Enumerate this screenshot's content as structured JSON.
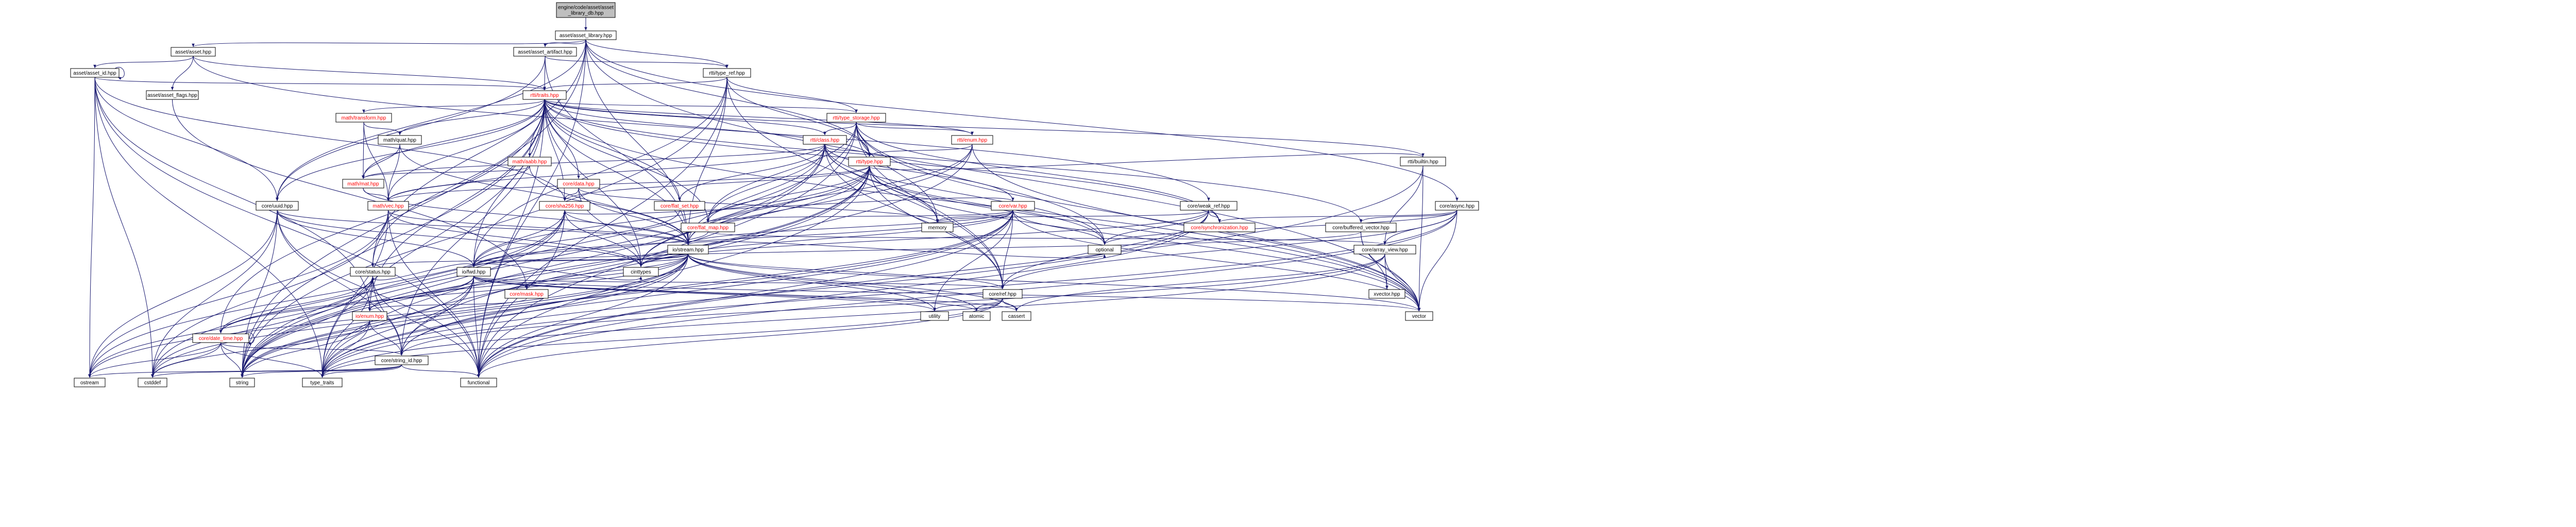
{
  "colors": {
    "focus_fill": "#bfbfbf",
    "node_fill": "#ffffff",
    "node_stroke": "#000000",
    "edge": "#191970",
    "text_default": "#000000",
    "text_truncated": "#ff0000"
  },
  "nodes": [
    {
      "id": "root",
      "label": [
        "engine/code/asset/asset",
        "_library_db.hpp"
      ],
      "focus": true
    },
    {
      "id": "asset_library",
      "label": [
        "asset/asset_library.hpp"
      ]
    },
    {
      "id": "asset",
      "label": [
        "asset/asset.hpp"
      ]
    },
    {
      "id": "asset_artifact",
      "label": [
        "asset/asset_artifact.hpp"
      ]
    },
    {
      "id": "asset_id",
      "label": [
        "asset/asset_id.hpp"
      ]
    },
    {
      "id": "asset_flags",
      "label": [
        "asset/asset_flags.hpp"
      ]
    },
    {
      "id": "rtti_type_ref",
      "label": [
        "rtti/type_ref.hpp"
      ]
    },
    {
      "id": "rtti_traits",
      "label": [
        "rtti/traits.hpp"
      ],
      "truncated": true
    },
    {
      "id": "rtti_type_storage",
      "label": [
        "rtti/type_storage.hpp"
      ],
      "truncated": true
    },
    {
      "id": "rtti_class",
      "label": [
        "rtti/class.hpp"
      ],
      "truncated": true
    },
    {
      "id": "rtti_enum",
      "label": [
        "rtti/enum.hpp"
      ],
      "truncated": true
    },
    {
      "id": "rtti_type",
      "label": [
        "rtti/type.hpp"
      ],
      "truncated": true
    },
    {
      "id": "rtti_builtin",
      "label": [
        "rtti/builtin.hpp"
      ]
    },
    {
      "id": "math_transform",
      "label": [
        "math/transform.hpp"
      ],
      "truncated": true
    },
    {
      "id": "math_quat",
      "label": [
        "math/quat.hpp"
      ]
    },
    {
      "id": "math_aabb",
      "label": [
        "math/aabb.hpp"
      ],
      "truncated": true
    },
    {
      "id": "math_mat",
      "label": [
        "math/mat.hpp"
      ],
      "truncated": true
    },
    {
      "id": "math_vec",
      "label": [
        "math/vec.hpp"
      ],
      "truncated": true
    },
    {
      "id": "core_data",
      "label": [
        "core/data.hpp"
      ],
      "truncated": true
    },
    {
      "id": "core_sha256",
      "label": [
        "core/sha256.hpp"
      ],
      "truncated": true
    },
    {
      "id": "core_uuid",
      "label": [
        "core/uuid.hpp"
      ]
    },
    {
      "id": "core_flat_set",
      "label": [
        "core/flat_set.hpp"
      ],
      "truncated": true
    },
    {
      "id": "core_flat_map",
      "label": [
        "core/flat_map.hpp"
      ],
      "truncated": true
    },
    {
      "id": "core_var",
      "label": [
        "core/var.hpp"
      ],
      "truncated": true
    },
    {
      "id": "core_weak_ref",
      "label": [
        "core/weak_ref.hpp"
      ]
    },
    {
      "id": "core_synchronization",
      "label": [
        "core/synchronization.hpp"
      ],
      "truncated": true
    },
    {
      "id": "core_async",
      "label": [
        "core/async.hpp"
      ]
    },
    {
      "id": "core_buffered_vector",
      "label": [
        "core/buffered_vector.hpp"
      ]
    },
    {
      "id": "io_stream",
      "label": [
        "io/stream.hpp"
      ]
    },
    {
      "id": "io_fwd",
      "label": [
        "io/fwd.hpp"
      ]
    },
    {
      "id": "core_array_view",
      "label": [
        "core/array_view.hpp"
      ]
    },
    {
      "id": "core_mask",
      "label": [
        "core/mask.hpp"
      ],
      "truncated": true
    },
    {
      "id": "core_status",
      "label": [
        "core/status.hpp"
      ]
    },
    {
      "id": "io_enum",
      "label": [
        "io/enum.hpp"
      ],
      "truncated": true
    },
    {
      "id": "core_ref",
      "label": [
        "core/ref.hpp"
      ]
    },
    {
      "id": "core_date_time",
      "label": [
        "core/date_time.hpp"
      ],
      "truncated": true
    },
    {
      "id": "core_string_id",
      "label": [
        "core/string_id.hpp"
      ]
    },
    {
      "id": "memory",
      "label": [
        "memory"
      ]
    },
    {
      "id": "cinttypes",
      "label": [
        "cinttypes"
      ]
    },
    {
      "id": "optional",
      "label": [
        "optional"
      ]
    },
    {
      "id": "utility",
      "label": [
        "utility"
      ]
    },
    {
      "id": "atomic",
      "label": [
        "atomic"
      ]
    },
    {
      "id": "cassert",
      "label": [
        "cassert"
      ]
    },
    {
      "id": "vector",
      "label": [
        "vector"
      ]
    },
    {
      "id": "xvector",
      "label": [
        "xvector.hpp"
      ]
    },
    {
      "id": "ostream",
      "label": [
        "ostream"
      ]
    },
    {
      "id": "cstddef",
      "label": [
        "cstddef"
      ]
    },
    {
      "id": "string",
      "label": [
        "string"
      ]
    },
    {
      "id": "type_traits",
      "label": [
        "type_traits"
      ]
    },
    {
      "id": "functional",
      "label": [
        "functional"
      ]
    }
  ],
  "edges": [
    [
      "root",
      "asset_library"
    ],
    [
      "asset_library",
      "asset"
    ],
    [
      "asset_library",
      "asset_artifact"
    ],
    [
      "asset_library",
      "rtti_type_ref"
    ],
    [
      "asset_library",
      "core_uuid"
    ],
    [
      "asset_library",
      "core_async"
    ],
    [
      "asset_library",
      "io_stream"
    ],
    [
      "asset_library",
      "core_status"
    ],
    [
      "asset_library",
      "string"
    ],
    [
      "asset_library",
      "vector"
    ],
    [
      "asset_library",
      "functional"
    ],
    [
      "asset_library",
      "rtti_type"
    ],
    [
      "asset",
      "asset_id"
    ],
    [
      "asset",
      "asset_flags"
    ],
    [
      "asset",
      "rtti_traits"
    ],
    [
      "asset",
      "core_weak_ref"
    ],
    [
      "asset_artifact",
      "rtti_traits"
    ],
    [
      "asset_artifact",
      "rtti_type_ref"
    ],
    [
      "asset_artifact",
      "io_stream"
    ],
    [
      "asset_artifact",
      "core_uuid"
    ],
    [
      "asset_id",
      "asset_id"
    ],
    [
      "asset_id",
      "rtti_traits"
    ],
    [
      "asset_id",
      "core_uuid"
    ],
    [
      "asset_id",
      "core_sha256"
    ],
    [
      "asset_id",
      "io_enum"
    ],
    [
      "asset_id",
      "ostream"
    ],
    [
      "asset_id",
      "cstddef"
    ],
    [
      "asset_id",
      "type_traits"
    ],
    [
      "asset_id",
      "functional"
    ],
    [
      "asset_flags",
      "core_mask"
    ],
    [
      "rtti_type_ref",
      "rtti_traits"
    ],
    [
      "rtti_type_ref",
      "rtti_type_storage"
    ],
    [
      "rtti_type_ref",
      "rtti_type"
    ],
    [
      "rtti_type_ref",
      "io_stream"
    ],
    [
      "rtti_type_ref",
      "core_ref"
    ],
    [
      "rtti_type_ref",
      "io_fwd"
    ],
    [
      "rtti_type_ref",
      "functional"
    ],
    [
      "rtti_type_ref",
      "string"
    ],
    [
      "rtti_traits",
      "rtti_type_storage"
    ],
    [
      "rtti_traits",
      "rtti_class"
    ],
    [
      "rtti_traits",
      "rtti_enum"
    ],
    [
      "rtti_traits",
      "rtti_type"
    ],
    [
      "rtti_traits",
      "rtti_builtin"
    ],
    [
      "rtti_traits",
      "math_transform"
    ],
    [
      "rtti_traits",
      "math_quat"
    ],
    [
      "rtti_traits",
      "math_aabb"
    ],
    [
      "rtti_traits",
      "math_mat"
    ],
    [
      "rtti_traits",
      "math_vec"
    ],
    [
      "rtti_traits",
      "core_data"
    ],
    [
      "rtti_traits",
      "core_sha256"
    ],
    [
      "rtti_traits",
      "core_uuid"
    ],
    [
      "rtti_traits",
      "core_flat_set"
    ],
    [
      "rtti_traits",
      "core_flat_map"
    ],
    [
      "rtti_traits",
      "core_buffered_vector"
    ],
    [
      "rtti_traits",
      "core_synchronization"
    ],
    [
      "rtti_traits",
      "core_status"
    ],
    [
      "rtti_traits",
      "io_stream"
    ],
    [
      "rtti_traits",
      "io_fwd"
    ],
    [
      "rtti_traits",
      "io_enum"
    ],
    [
      "rtti_traits",
      "core_string_id"
    ],
    [
      "rtti_traits",
      "core_date_time"
    ],
    [
      "rtti_traits",
      "cinttypes"
    ],
    [
      "rtti_traits",
      "type_traits"
    ],
    [
      "rtti_traits",
      "vector"
    ],
    [
      "rtti_traits",
      "string"
    ],
    [
      "rtti_traits",
      "functional"
    ],
    [
      "rtti_type_storage",
      "rtti_class"
    ],
    [
      "rtti_type_storage",
      "rtti_enum"
    ],
    [
      "rtti_type_storage",
      "rtti_type"
    ],
    [
      "rtti_type_storage",
      "core_flat_map"
    ],
    [
      "rtti_type_storage",
      "core_synchronization"
    ],
    [
      "rtti_type_storage",
      "core_ref"
    ],
    [
      "rtti_type_storage",
      "memory"
    ],
    [
      "rtti_type_storage",
      "optional"
    ],
    [
      "rtti_type_storage",
      "vector"
    ],
    [
      "rtti_type_storage",
      "functional"
    ],
    [
      "rtti_type_storage",
      "string"
    ],
    [
      "rtti_class",
      "rtti_type"
    ],
    [
      "rtti_class",
      "core_var"
    ],
    [
      "rtti_class",
      "core_flat_set"
    ],
    [
      "rtti_class",
      "core_flat_map"
    ],
    [
      "rtti_class",
      "io_stream"
    ],
    [
      "rtti_class",
      "math_vec"
    ],
    [
      "rtti_class",
      "math_mat"
    ],
    [
      "rtti_class",
      "core_ref"
    ],
    [
      "rtti_class",
      "memory"
    ],
    [
      "rtti_class",
      "optional"
    ],
    [
      "rtti_class",
      "vector"
    ],
    [
      "rtti_class",
      "string"
    ],
    [
      "rtti_class",
      "type_traits"
    ],
    [
      "rtti_enum",
      "rtti_type"
    ],
    [
      "rtti_enum",
      "io_stream"
    ],
    [
      "rtti_enum",
      "vector"
    ],
    [
      "rtti_enum",
      "string"
    ],
    [
      "rtti_enum",
      "cinttypes"
    ],
    [
      "rtti_type",
      "io_stream"
    ],
    [
      "rtti_type",
      "io_fwd"
    ],
    [
      "rtti_type",
      "core_ref"
    ],
    [
      "rtti_type",
      "core_flat_map"
    ],
    [
      "rtti_type",
      "core_string_id"
    ],
    [
      "rtti_type",
      "cinttypes"
    ],
    [
      "rtti_type",
      "memory"
    ],
    [
      "rtti_type",
      "optional"
    ],
    [
      "rtti_type",
      "functional"
    ],
    [
      "rtti_type",
      "vector"
    ],
    [
      "rtti_type",
      "string"
    ],
    [
      "rtti_type",
      "type_traits"
    ],
    [
      "rtti_type",
      "core_sha256"
    ],
    [
      "rtti_type",
      "math_vec"
    ],
    [
      "rtti_builtin",
      "rtti_type"
    ],
    [
      "rtti_builtin",
      "core_array_view"
    ],
    [
      "rtti_builtin",
      "vector"
    ],
    [
      "rtti_builtin",
      "functional"
    ],
    [
      "math_transform",
      "math_quat"
    ],
    [
      "math_transform",
      "math_mat"
    ],
    [
      "math_transform",
      "math_vec"
    ],
    [
      "math_quat",
      "math_mat"
    ],
    [
      "math_quat",
      "math_vec"
    ],
    [
      "math_quat",
      "io_stream"
    ],
    [
      "math_aabb",
      "math_vec"
    ],
    [
      "math_aabb",
      "math_mat"
    ],
    [
      "math_aabb",
      "io_stream"
    ],
    [
      "math_mat",
      "math_vec"
    ],
    [
      "math_mat",
      "io_stream"
    ],
    [
      "math_vec",
      "io_stream"
    ],
    [
      "math_vec",
      "cinttypes"
    ],
    [
      "math_vec",
      "ostream"
    ],
    [
      "math_vec",
      "cstddef"
    ],
    [
      "math_vec",
      "type_traits"
    ],
    [
      "math_vec",
      "functional"
    ],
    [
      "core_data",
      "core_sha256"
    ],
    [
      "core_data",
      "io_stream"
    ],
    [
      "core_data",
      "memory"
    ],
    [
      "core_data",
      "cinttypes"
    ],
    [
      "core_sha256",
      "io_stream"
    ],
    [
      "core_sha256",
      "io_fwd"
    ],
    [
      "core_sha256",
      "cinttypes"
    ],
    [
      "core_sha256",
      "string"
    ],
    [
      "core_sha256",
      "ostream"
    ],
    [
      "core_sha256",
      "cstddef"
    ],
    [
      "core_sha256",
      "functional"
    ],
    [
      "core_uuid",
      "io_stream"
    ],
    [
      "core_uuid",
      "io_fwd"
    ],
    [
      "core_uuid",
      "cinttypes"
    ],
    [
      "core_uuid",
      "string"
    ],
    [
      "core_uuid",
      "ostream"
    ],
    [
      "core_uuid",
      "cstddef"
    ],
    [
      "core_uuid",
      "functional"
    ],
    [
      "core_uuid",
      "core_string_id"
    ],
    [
      "core_flat_set",
      "io_fwd"
    ],
    [
      "core_flat_map",
      "io_fwd"
    ],
    [
      "core_flat_map",
      "core_array_view"
    ],
    [
      "core_var",
      "io_stream"
    ],
    [
      "core_var",
      "io_fwd"
    ],
    [
      "core_var",
      "core_ref"
    ],
    [
      "core_var",
      "core_sha256"
    ],
    [
      "core_var",
      "core_flat_map"
    ],
    [
      "core_var",
      "core_string_id"
    ],
    [
      "core_var",
      "memory"
    ],
    [
      "core_var",
      "optional"
    ],
    [
      "core_var",
      "vector"
    ],
    [
      "core_var",
      "string"
    ],
    [
      "core_var",
      "type_traits"
    ],
    [
      "core_var",
      "functional"
    ],
    [
      "core_var",
      "utility"
    ],
    [
      "core_var",
      "cinttypes"
    ],
    [
      "core_weak_ref",
      "core_ref"
    ],
    [
      "core_weak_ref",
      "core_synchronization"
    ],
    [
      "core_weak_ref",
      "memory"
    ],
    [
      "core_weak_ref",
      "optional"
    ],
    [
      "core_weak_ref",
      "functional"
    ],
    [
      "core_weak_ref",
      "type_traits"
    ],
    [
      "core_weak_ref",
      "cinttypes"
    ],
    [
      "core_async",
      "core_ref"
    ],
    [
      "core_async",
      "core_synchronization"
    ],
    [
      "core_async",
      "core_array_view"
    ],
    [
      "core_async",
      "core_buffered_vector"
    ],
    [
      "core_async",
      "optional"
    ],
    [
      "core_async",
      "vector"
    ],
    [
      "core_async",
      "functional"
    ],
    [
      "core_async",
      "type_traits"
    ],
    [
      "core_buffered_vector",
      "xvector"
    ],
    [
      "core_buffered_vector",
      "vector"
    ],
    [
      "core_buffered_vector",
      "io_fwd"
    ],
    [
      "io_stream",
      "io_fwd"
    ],
    [
      "io_stream",
      "cinttypes"
    ],
    [
      "io_stream",
      "core_mask"
    ],
    [
      "io_stream",
      "core_status"
    ],
    [
      "io_stream",
      "io_enum"
    ],
    [
      "io_stream",
      "core_ref"
    ],
    [
      "io_stream",
      "core_string_id"
    ],
    [
      "io_stream",
      "core_date_time"
    ],
    [
      "io_stream",
      "string"
    ],
    [
      "io_stream",
      "vector"
    ],
    [
      "io_stream",
      "type_traits"
    ],
    [
      "io_stream",
      "functional"
    ],
    [
      "io_stream",
      "utility"
    ],
    [
      "io_stream",
      "cassert"
    ],
    [
      "io_stream",
      "optional"
    ],
    [
      "io_stream",
      "atomic"
    ],
    [
      "io_stream",
      "cstddef"
    ],
    [
      "io_stream",
      "ostream"
    ],
    [
      "io_fwd",
      "cinttypes"
    ],
    [
      "io_fwd",
      "core_mask"
    ],
    [
      "io_fwd",
      "core_status"
    ],
    [
      "io_fwd",
      "io_enum"
    ],
    [
      "io_fwd",
      "core_ref"
    ],
    [
      "io_fwd",
      "core_string_id"
    ],
    [
      "io_fwd",
      "core_date_time"
    ],
    [
      "io_fwd",
      "string"
    ],
    [
      "io_fwd",
      "vector"
    ],
    [
      "io_fwd",
      "type_traits"
    ],
    [
      "io_fwd",
      "functional"
    ],
    [
      "io_fwd",
      "utility"
    ],
    [
      "io_fwd",
      "cassert"
    ],
    [
      "io_fwd",
      "atomic"
    ],
    [
      "core_array_view",
      "xvector"
    ],
    [
      "core_array_view",
      "vector"
    ],
    [
      "core_array_view",
      "cassert"
    ],
    [
      "core_array_view",
      "type_traits"
    ],
    [
      "core_array_view",
      "core_string_id"
    ],
    [
      "core_mask",
      "io_enum"
    ],
    [
      "core_status",
      "core_string_id"
    ],
    [
      "core_status",
      "string"
    ],
    [
      "core_status",
      "cstddef"
    ],
    [
      "core_status",
      "ostream"
    ],
    [
      "core_status",
      "type_traits"
    ],
    [
      "core_status",
      "functional"
    ],
    [
      "core_status",
      "core_date_time"
    ],
    [
      "io_enum",
      "core_string_id"
    ],
    [
      "io_enum",
      "string"
    ],
    [
      "io_enum",
      "type_traits"
    ],
    [
      "io_enum",
      "cstddef"
    ],
    [
      "core_ref",
      "atomic"
    ],
    [
      "core_ref",
      "utility"
    ],
    [
      "core_ref",
      "cassert"
    ],
    [
      "core_ref",
      "type_traits"
    ],
    [
      "core_ref",
      "functional"
    ],
    [
      "core_date_time",
      "core_date_time"
    ],
    [
      "core_date_time",
      "string"
    ],
    [
      "core_date_time",
      "cstddef"
    ],
    [
      "core_date_time",
      "ostream"
    ],
    [
      "core_date_time",
      "type_traits"
    ],
    [
      "core_date_time",
      "core_string_id"
    ],
    [
      "core_string_id",
      "type_traits"
    ],
    [
      "core_string_id",
      "functional"
    ],
    [
      "core_string_id",
      "string"
    ],
    [
      "core_string_id",
      "ostream"
    ],
    [
      "core_string_id",
      "cstddef"
    ]
  ]
}
